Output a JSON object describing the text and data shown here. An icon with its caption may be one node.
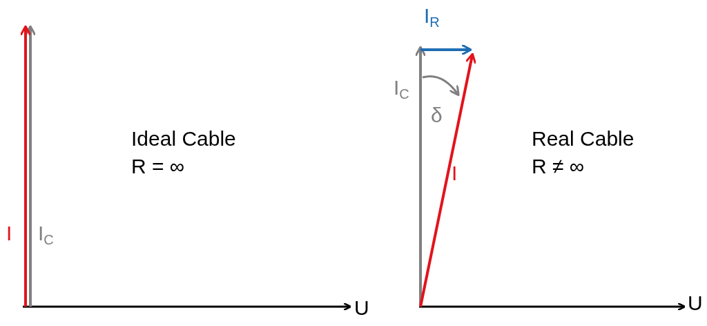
{
  "diagram": {
    "labels": [
      "I$_{R}$",
      "I$_{C}$",
      "δ",
      "Ideal Cable",
      "R = ∞",
      "Real Cable",
      "R ≠ ∞",
      "I",
      "I",
      "I$_{C}$",
      "U",
      "U"
    ]
  }
}
